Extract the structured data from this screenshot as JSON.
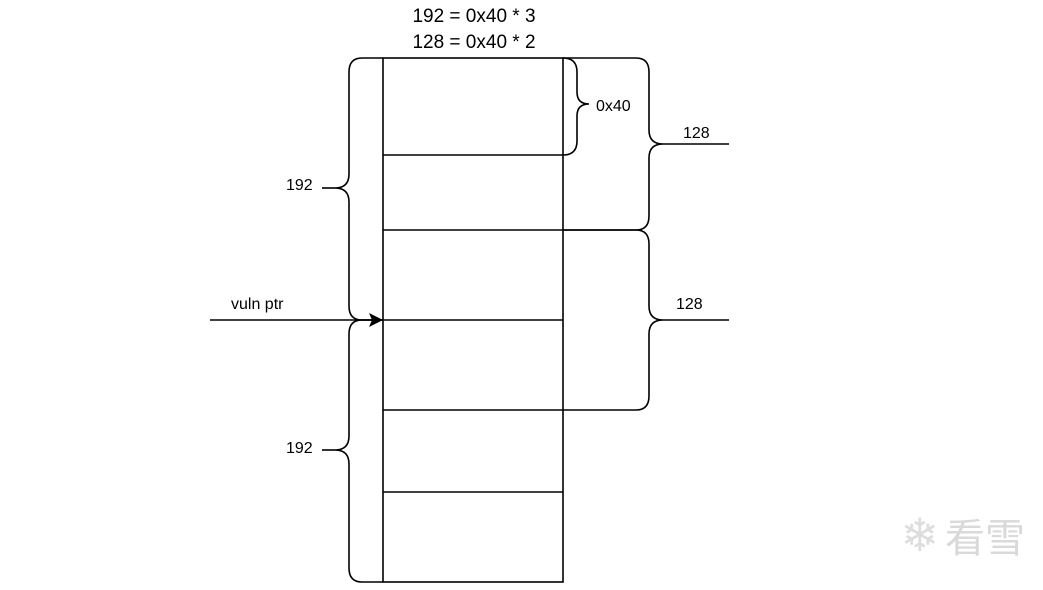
{
  "title": {
    "line1": "192 = 0x40 * 3",
    "line2": "128 = 0x40 * 2"
  },
  "labels": {
    "small_brace": "0x40",
    "right_upper": "128",
    "right_lower": "128",
    "left_upper": "192",
    "left_lower": "192",
    "pointer": "vuln ptr"
  },
  "memory": {
    "chunk_count": 6
  },
  "watermark": {
    "icon": "snowflake-icon",
    "text": "看雪",
    "color": "#d9d9d9"
  },
  "colors": {
    "stroke": "#000000",
    "background": "#ffffff"
  }
}
